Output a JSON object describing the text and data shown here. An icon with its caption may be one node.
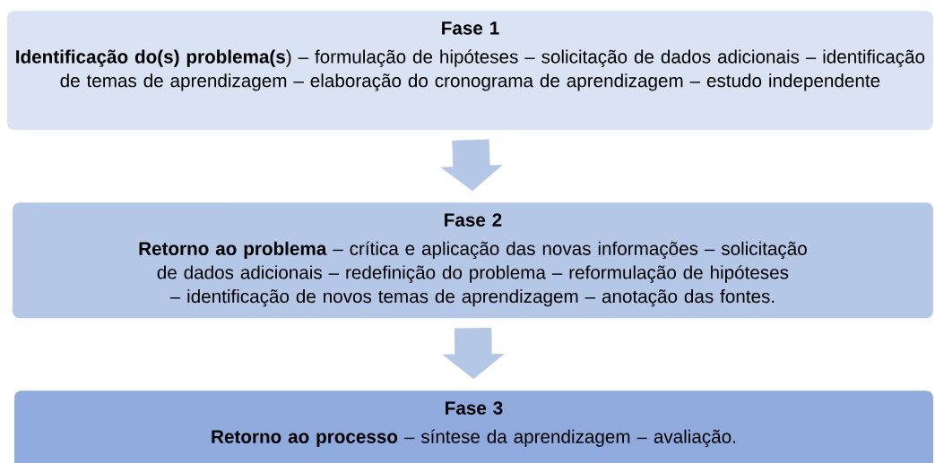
{
  "diagram": {
    "nodes": [
      {
        "text": [
          "Fase 1",
          "**Identificação do(s) problema(s**) – formulação de hipóteses – solicitação de dados adicionais – identificação de temas de aprendizagem – elaboração do cronograma de aprendizagem – estudo independente"
        ]
      },
      {
        "text": [
          "Fase 2",
          "**Retorno ao problema** – crítica e aplicação das novas informações – solicitação de dados adicionais – redefinição do problema – reformulação de hipóteses – identificação de novos temas de aprendizagem – anotação das fontes."
        ]
      },
      {
        "text": [
          "Fase 3",
          "**Retorno ao processo** – síntese da aprendizagem – avaliação."
        ]
      }
    ],
    "edges": [
      {
        "from": 0,
        "to": 1,
        "arrow": "to"
      },
      {
        "from": 1,
        "to": 2,
        "arrow": "to"
      }
    ]
  }
}
